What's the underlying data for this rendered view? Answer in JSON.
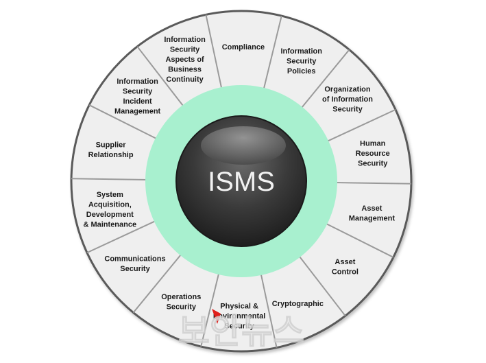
{
  "center_label": "ISMS",
  "watermark": "보안뉴스",
  "segments": [
    {
      "label": "Compliance"
    },
    {
      "label": "Information Security Policies"
    },
    {
      "label": "Organization of Information Security"
    },
    {
      "label": "Human Resource Security"
    },
    {
      "label": "Asset Management"
    },
    {
      "label": "Asset Control"
    },
    {
      "label": "Cryptographic"
    },
    {
      "label": "Physical & Environmental Security"
    },
    {
      "label": "Operations Security"
    },
    {
      "label": "Communications Security"
    },
    {
      "label": "System Acquisition, Development & Maintenance"
    },
    {
      "label": "Supplier Relationship"
    },
    {
      "label": "Information Security Incident Management"
    },
    {
      "label": "Information Security Aspects of Business Continuity"
    }
  ],
  "colors": {
    "ring_fill": "#efefef",
    "ring_stroke": "#5a5a5a",
    "inner_ring": "#a8f0cf",
    "center": "#3a3a3a",
    "center_text": "#f2f2f2",
    "watermark": "#e9e9e9"
  }
}
